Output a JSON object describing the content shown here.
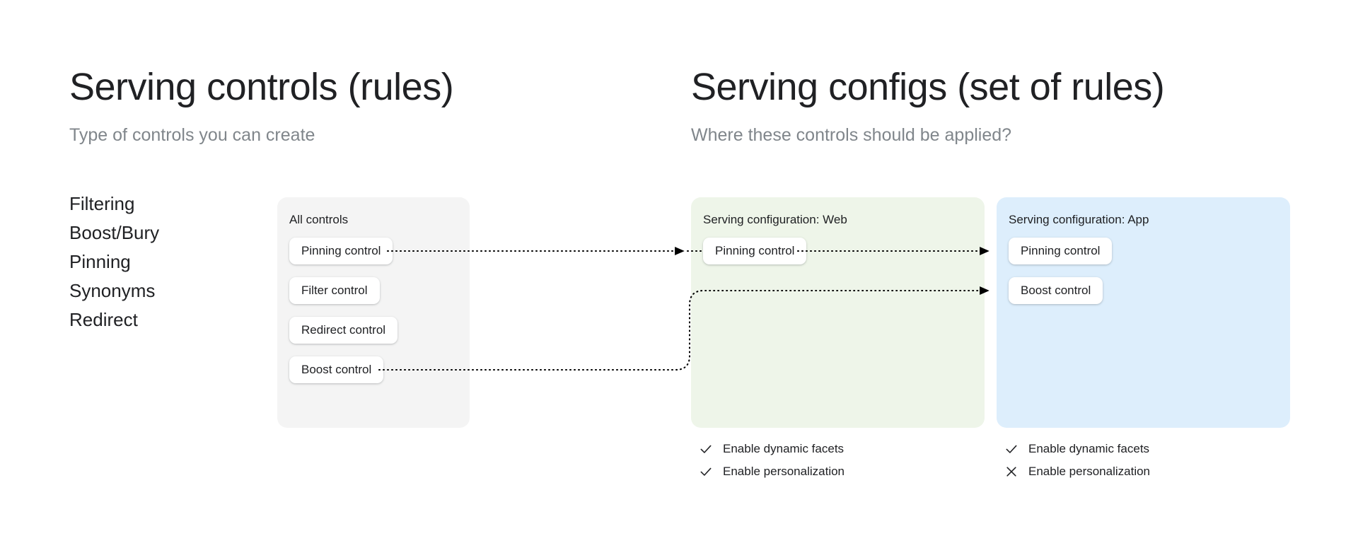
{
  "columns": {
    "left": {
      "title": "Serving controls (rules)",
      "subtitle": "Type of controls you can create"
    },
    "right": {
      "title": "Serving configs (set of rules)",
      "subtitle": "Where these controls should be applied?"
    }
  },
  "control_types": [
    {
      "label": "Filtering"
    },
    {
      "label": "Boost/Bury"
    },
    {
      "label": "Pinning"
    },
    {
      "label": "Synonyms"
    },
    {
      "label": "Redirect"
    }
  ],
  "cards": {
    "all_controls": {
      "title": "All controls",
      "background": "#f4f4f4",
      "chips": [
        {
          "label": "Pinning control"
        },
        {
          "label": "Filter control"
        },
        {
          "label": "Redirect control"
        },
        {
          "label": "Boost control"
        }
      ]
    },
    "config_web": {
      "title": "Serving configuration: Web",
      "background": "#eef5e9",
      "chips": [
        {
          "label": "Pinning control"
        }
      ],
      "options": [
        {
          "label": "Enable dynamic facets",
          "icon": "check-icon",
          "state": "enabled"
        },
        {
          "label": "Enable personalization",
          "icon": "check-icon",
          "state": "enabled"
        }
      ]
    },
    "config_app": {
      "title": "Serving configuration: App",
      "background": "#ddeefc",
      "chips": [
        {
          "label": "Pinning control"
        },
        {
          "label": "Boost control"
        }
      ],
      "options": [
        {
          "label": "Enable dynamic facets",
          "icon": "check-icon",
          "state": "enabled"
        },
        {
          "label": "Enable personalization",
          "icon": "close-icon",
          "state": "disabled"
        }
      ]
    }
  },
  "connectors": {
    "style": "dotted-arrow",
    "color": "#000000",
    "edges": [
      {
        "from": "all-controls.pinning-control",
        "to": "config-web.pinning-control"
      },
      {
        "from": "config-web.pinning-control",
        "to": "config-app.pinning-control"
      },
      {
        "from": "all-controls.boost-control",
        "to": "config-app.boost-control"
      }
    ]
  },
  "colors": {
    "text": "#202124",
    "muted": "#80868b",
    "card_neutral": "#f4f4f4",
    "card_green": "#eef5e9",
    "card_blue": "#ddeefc",
    "chip": "#ffffff"
  }
}
